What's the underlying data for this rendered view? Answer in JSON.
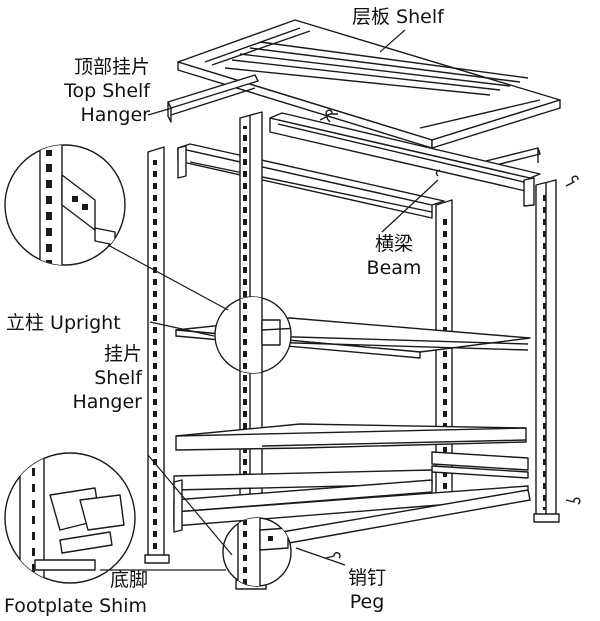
{
  "labels": {
    "shelf": "层板 Shelf",
    "top_shelf_hanger": [
      "顶部挂片",
      "Top Shelf",
      "Hanger"
    ],
    "beam": [
      "横梁",
      "Beam"
    ],
    "upright": "立柱 Upright",
    "shelf_hanger": [
      "挂片",
      "Shelf",
      "Hanger"
    ],
    "footplate_shim": [
      "底脚",
      "Footplate Shim"
    ],
    "peg": [
      "销钉",
      "Peg"
    ]
  },
  "colors": {
    "line": "#1a1a1a",
    "paper": "#ffffff",
    "accent": "#e0a060"
  }
}
